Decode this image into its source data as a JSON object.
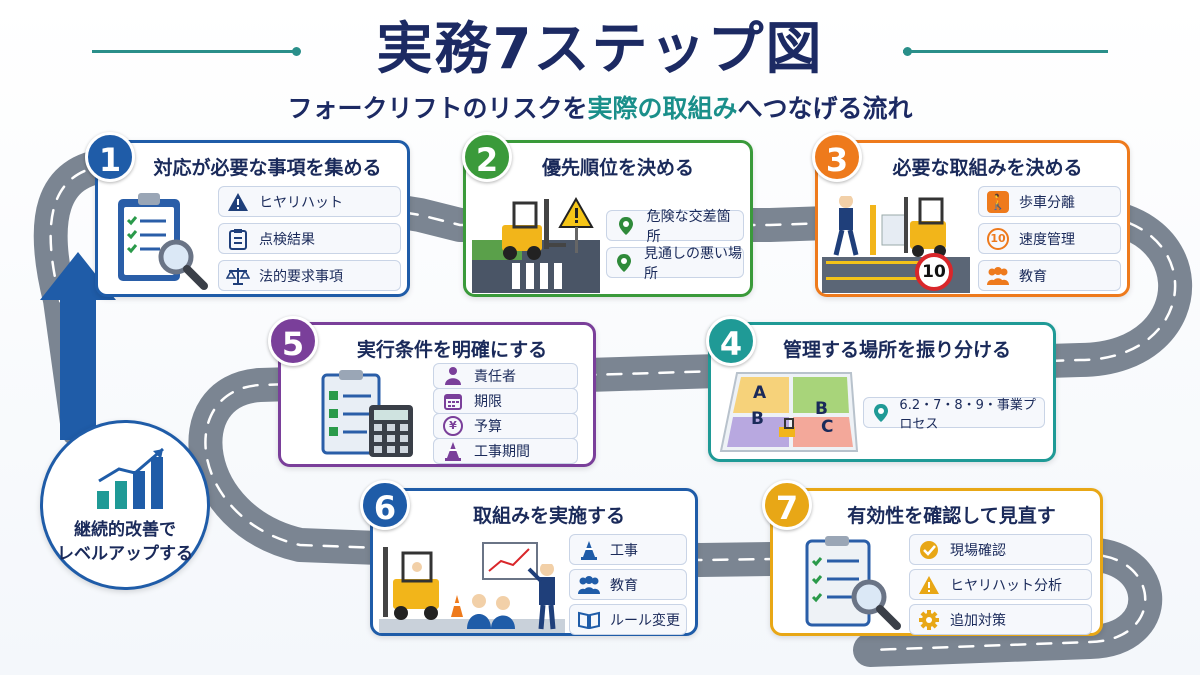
{
  "title": "実務7ステップ図",
  "subtitle": {
    "part1": "フォークリフトのリスクを",
    "highlight": "実際の取組み",
    "part2": "へつなげる流れ"
  },
  "colors": {
    "step1": "#1f5ca8",
    "step2": "#3a9a3a",
    "step3": "#ee7a1c",
    "step4": "#1f9a96",
    "step5": "#7a3f9a",
    "step6": "#1f5ca8",
    "step7": "#e8a716",
    "road": "#7f8894",
    "title": "#1c2a63",
    "accent": "#1a8f8a"
  },
  "steps": [
    {
      "number": "1",
      "title": "対応が必要な事項を集める",
      "items": [
        {
          "icon": "warning-icon",
          "label": "ヒヤリハット"
        },
        {
          "icon": "clipboard-icon",
          "label": "点検結果"
        },
        {
          "icon": "scales-icon",
          "label": "法的要求事項"
        }
      ]
    },
    {
      "number": "2",
      "title": "優先順位を決める",
      "items": [
        {
          "icon": "map-pin-icon",
          "label": "危険な交差箇所"
        },
        {
          "icon": "map-pin-icon",
          "label": "見通しの悪い場所"
        }
      ]
    },
    {
      "number": "3",
      "title": "必要な取組みを決める",
      "sign": "10",
      "items": [
        {
          "icon": "walker-icon",
          "label": "歩車分離"
        },
        {
          "icon": "speed-limit-icon",
          "label": "速度管理",
          "icon_text": "10"
        },
        {
          "icon": "people-icon",
          "label": "教育"
        }
      ]
    },
    {
      "number": "4",
      "title": "管理する場所を振り分ける",
      "zones": [
        "A",
        "B",
        "B",
        "C"
      ],
      "items": [
        {
          "icon": "map-pin-icon",
          "label": "6.2・7・8・9・事業プロセス"
        }
      ]
    },
    {
      "number": "5",
      "title": "実行条件を明確にする",
      "items": [
        {
          "icon": "person-icon",
          "label": "責任者"
        },
        {
          "icon": "calendar-icon",
          "label": "期限"
        },
        {
          "icon": "yen-icon",
          "label": "予算",
          "icon_text": "¥"
        },
        {
          "icon": "cone-icon",
          "label": "工事期間"
        }
      ]
    },
    {
      "number": "6",
      "title": "取組みを実施する",
      "items": [
        {
          "icon": "cone-icon",
          "label": "工事"
        },
        {
          "icon": "people-icon",
          "label": "教育"
        },
        {
          "icon": "book-icon",
          "label": "ルール変更"
        }
      ]
    },
    {
      "number": "7",
      "title": "有効性を確認して見直す",
      "items": [
        {
          "icon": "check-circle-icon",
          "label": "現場確認"
        },
        {
          "icon": "warning-icon",
          "label": "ヒヤリハット分析"
        },
        {
          "icon": "gear-icon",
          "label": "追加対策"
        }
      ]
    }
  ],
  "loop": {
    "line1": "継続的改善で",
    "line2": "レベルアップする"
  }
}
